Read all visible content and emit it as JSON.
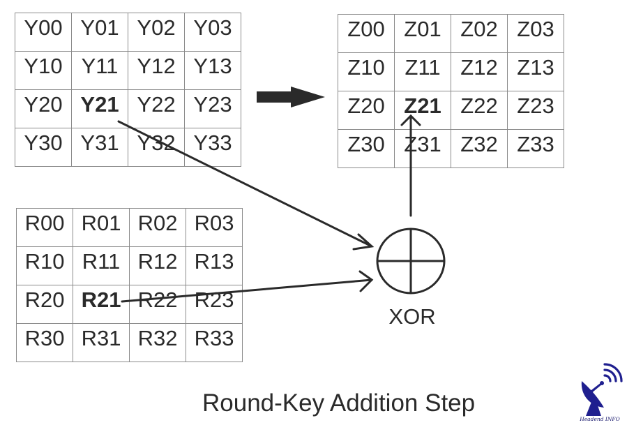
{
  "title": "Round-Key Addition Step",
  "operation_label": "XOR",
  "matrices": {
    "state_input": {
      "name": "Y",
      "highlight": "Y21",
      "rows": [
        [
          "Y00",
          "Y01",
          "Y02",
          "Y03"
        ],
        [
          "Y10",
          "Y11",
          "Y12",
          "Y13"
        ],
        [
          "Y20",
          "Y21",
          "Y22",
          "Y23"
        ],
        [
          "Y30",
          "Y31",
          "Y32",
          "Y33"
        ]
      ]
    },
    "state_output": {
      "name": "Z",
      "highlight": "Z21",
      "rows": [
        [
          "Z00",
          "Z01",
          "Z02",
          "Z03"
        ],
        [
          "Z10",
          "Z11",
          "Z12",
          "Z13"
        ],
        [
          "Z20",
          "Z21",
          "Z22",
          "Z23"
        ],
        [
          "Z30",
          "Z31",
          "Z32",
          "Z33"
        ]
      ]
    },
    "round_key": {
      "name": "R",
      "highlight": "R21",
      "rows": [
        [
          "R00",
          "R01",
          "R02",
          "R03"
        ],
        [
          "R10",
          "R11",
          "R12",
          "R13"
        ],
        [
          "R20",
          "R21",
          "R22",
          "R23"
        ],
        [
          "R30",
          "R31",
          "R32",
          "R33"
        ]
      ]
    }
  },
  "flows": [
    {
      "from": "Y21",
      "to": "XOR"
    },
    {
      "from": "R21",
      "to": "XOR"
    },
    {
      "from": "XOR",
      "to": "Z21"
    },
    {
      "from": "Y-matrix",
      "to": "Z-matrix",
      "style": "block-arrow"
    }
  ],
  "logo": {
    "text": "Headend INFO",
    "icon": "satellite-dish-icon"
  },
  "colors": {
    "ink": "#2a2a2a",
    "logo_blue": "#1f1f8f",
    "background": "#ffffff"
  }
}
